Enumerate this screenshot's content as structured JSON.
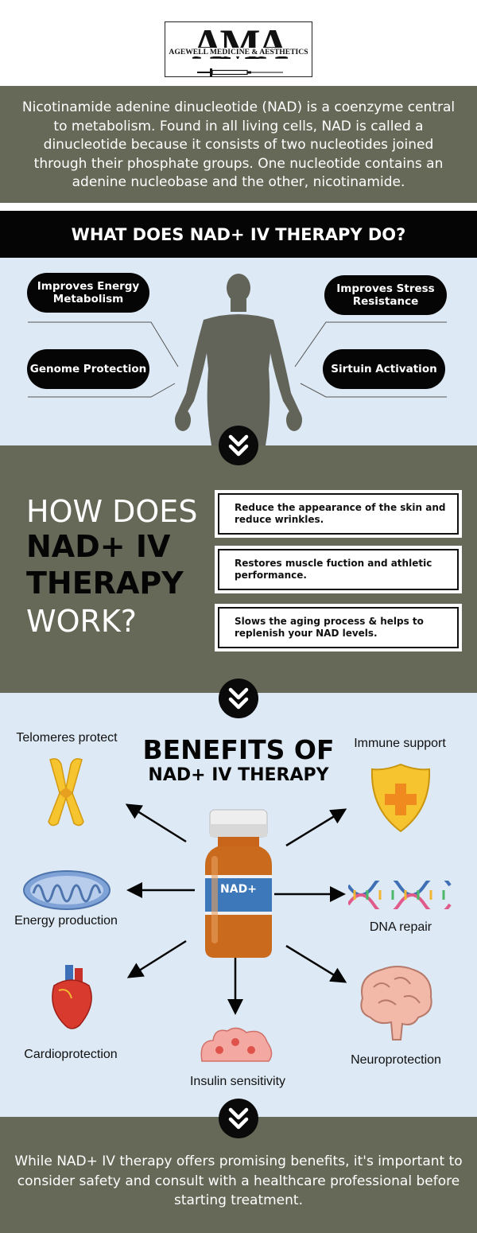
{
  "logo": {
    "letters": "AMA",
    "name": "AGEWELL MEDICINE & AESTHETICS"
  },
  "intro": {
    "text": "Nicotinamide adenine dinucleotide (NAD) is a coenzyme central to metabolism. Found in all living cells, NAD is called a dinucleotide because it consists of two nucleotides joined through their phosphate groups. One nucleotide contains an adenine nucleobase and the other, nicotinamide."
  },
  "what": {
    "heading": "WHAT DOES NAD+ IV THERAPY DO?",
    "items": {
      "energy": "Improves Energy Metabolism",
      "stress": "Improves Stress Resistance",
      "genome": "Genome Protection",
      "sirtuin": "Sirtuin Activation"
    }
  },
  "how": {
    "line1": "HOW DOES",
    "line2": "NAD+ IV",
    "line3": "THERAPY",
    "line4": "WORK?",
    "points": [
      "Reduce the appearance of the skin and reduce wrinkles.",
      "Restores muscle fuction and athletic performance.",
      "Slows the aging process & helps to replenish your NAD levels."
    ]
  },
  "benefits": {
    "title_line1": "BENEFITS OF",
    "title_line2": "NAD+ IV THERAPY",
    "vial_label": "NAD+",
    "items": {
      "telomeres": "Telomeres protect",
      "immune": "Immune support",
      "energy": "Energy production",
      "dna": "DNA repair",
      "cardio": "Cardioprotection",
      "insulin": "Insulin sensitivity",
      "neuro": "Neuroprotection"
    }
  },
  "footer": {
    "text": "While NAD+ IV therapy offers promising benefits, it's important to consider safety and consult with a healthcare professional before starting treatment."
  },
  "colors": {
    "olive": "#676958",
    "light_blue": "#dde9f4",
    "black": "#050505"
  }
}
